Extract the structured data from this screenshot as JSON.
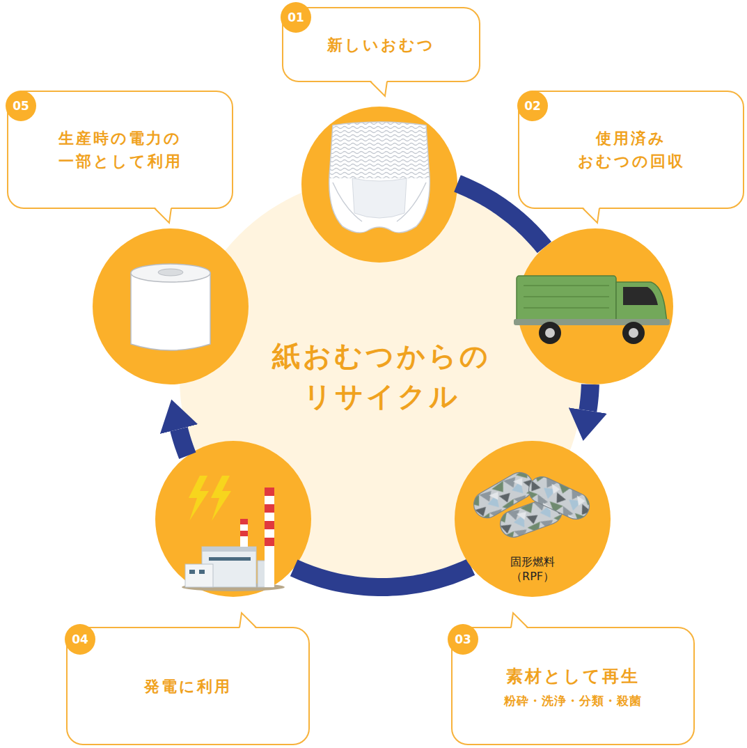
{
  "diagram": {
    "title": "紙おむつからの リサイクル",
    "nodes": [
      {
        "text": [
          "新しいおむつ"
        ]
      },
      {
        "text": [
          "使用済み おむつの回収"
        ]
      },
      {
        "text": [
          "固形燃料 （RPF）"
        ]
      },
      {
        "text": [
          "素材として再生",
          "粉砕・洗浄・分類・殺菌"
        ]
      },
      {
        "text": [
          "発電に利用"
        ]
      },
      {
        "text": [
          "生産時の電力の 一部として利用"
        ]
      }
    ],
    "edges": [
      {
        "from": 0,
        "to": 1,
        "arrow": "none"
      },
      {
        "from": 1,
        "to": 2,
        "arrow": "to"
      },
      {
        "from": 2,
        "to": 4,
        "arrow": "none"
      },
      {
        "from": 4,
        "to": 5,
        "arrow": "to"
      }
    ],
    "labels": [
      "01",
      "02",
      "03",
      "04",
      "05"
    ]
  }
}
